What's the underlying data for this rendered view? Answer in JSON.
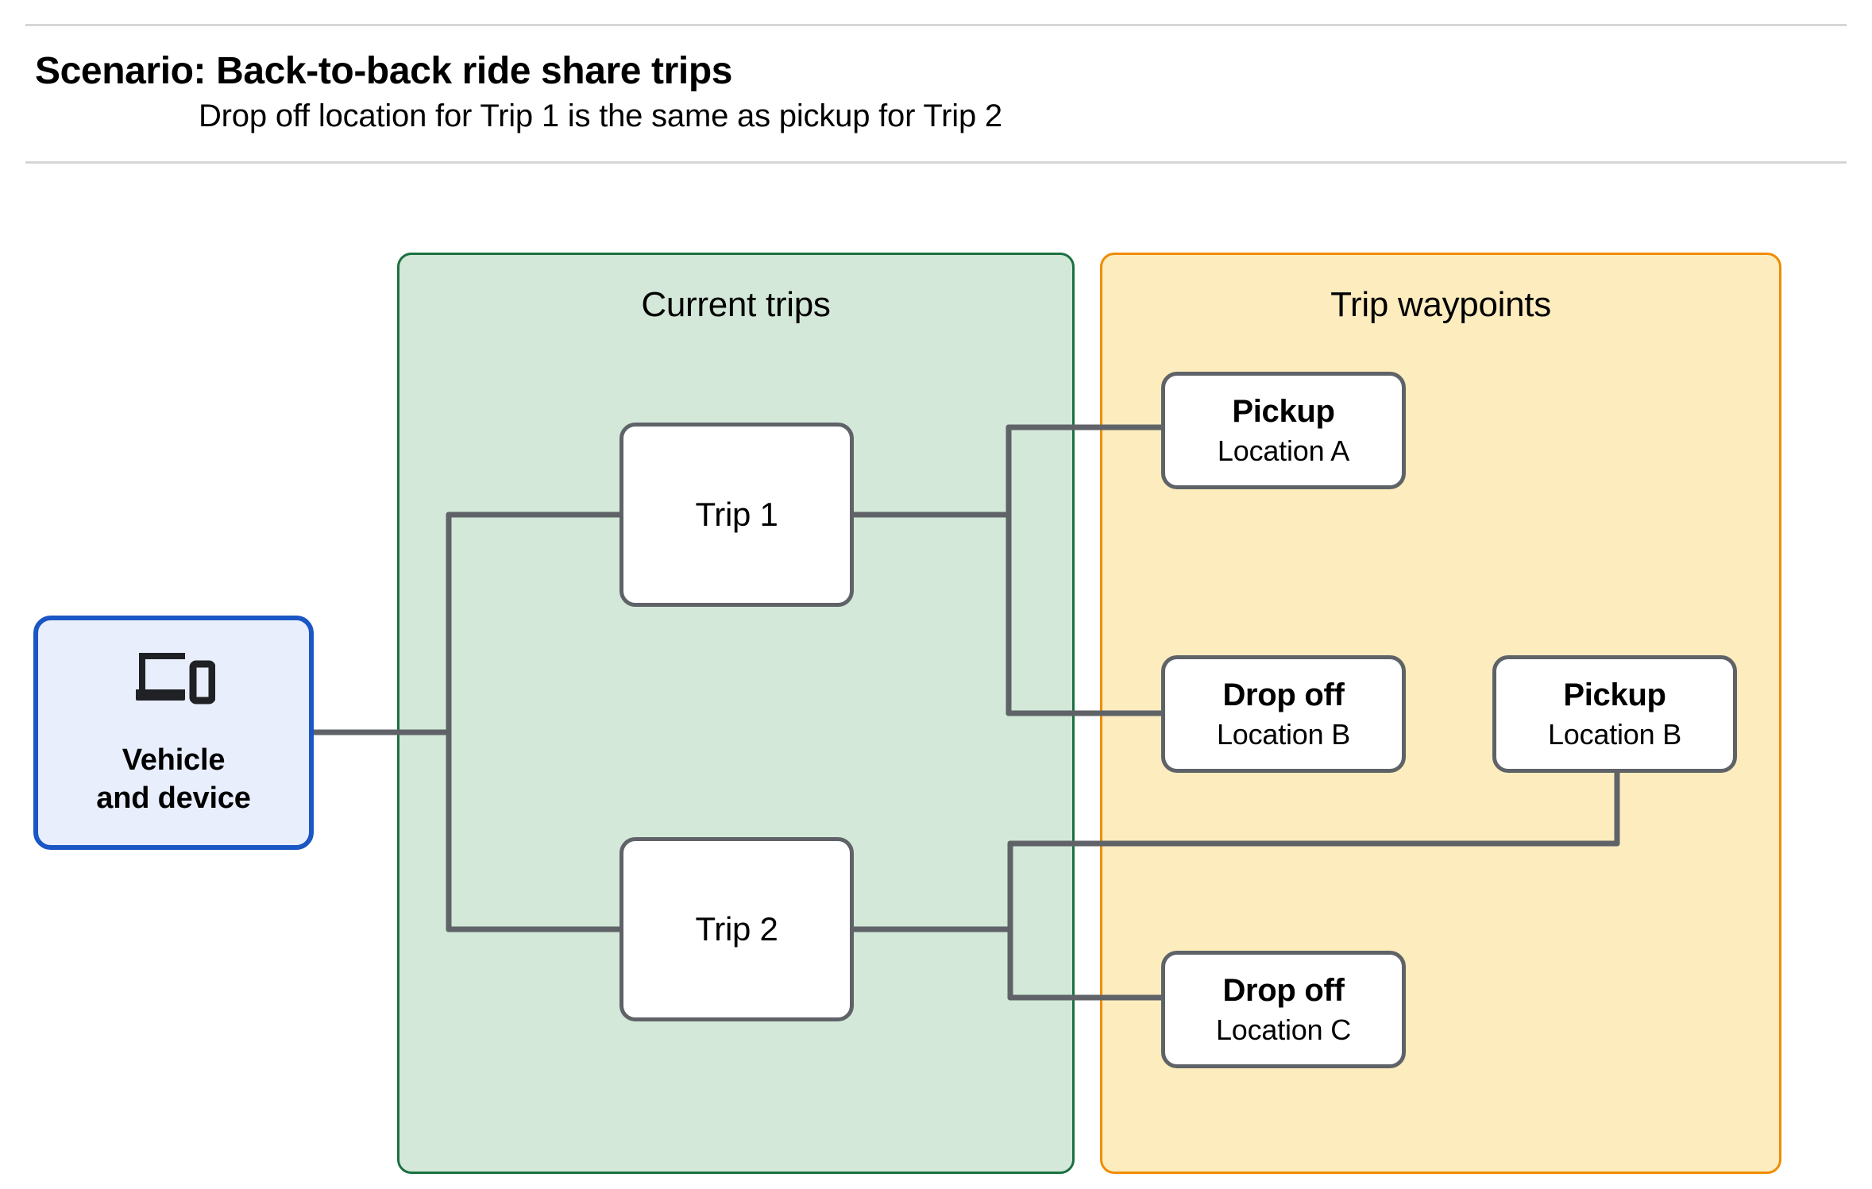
{
  "header": {
    "title": "Scenario: Back-to-back ride share trips",
    "subtitle": "Drop off  location for Trip 1 is the same as pickup for Trip 2"
  },
  "panels": {
    "current_trips": {
      "title": "Current trips",
      "fill": "#d3e8d8",
      "border": "#1b7040"
    },
    "trip_waypoints": {
      "title": "Trip waypoints",
      "fill": "#fcecbe",
      "border": "#f08c00"
    }
  },
  "vehicle": {
    "label": "Vehicle\nand device",
    "icon": "devices-icon",
    "fill": "#e8eefc",
    "border": "#1a56c4"
  },
  "trips": [
    {
      "id": "trip-1",
      "label": "Trip 1"
    },
    {
      "id": "trip-2",
      "label": "Trip 2"
    }
  ],
  "waypoints": [
    {
      "id": "pickup-a",
      "type": "Pickup",
      "location": "Location A"
    },
    {
      "id": "dropoff-b",
      "type": "Drop off",
      "location": "Location B"
    },
    {
      "id": "pickup-b",
      "type": "Pickup",
      "location": "Location B"
    },
    {
      "id": "dropoff-c",
      "type": "Drop off",
      "location": "Location C"
    }
  ],
  "edges": [
    {
      "from": "vehicle",
      "to": "trip-1"
    },
    {
      "from": "vehicle",
      "to": "trip-2"
    },
    {
      "from": "trip-1",
      "to": "pickup-a"
    },
    {
      "from": "trip-1",
      "to": "dropoff-b"
    },
    {
      "from": "trip-2",
      "to": "pickup-b"
    },
    {
      "from": "trip-2",
      "to": "dropoff-c"
    }
  ],
  "colors": {
    "connector": "#5f6368",
    "node_border": "#5f6368",
    "divider": "#d4d6d8",
    "text": "#000000"
  }
}
